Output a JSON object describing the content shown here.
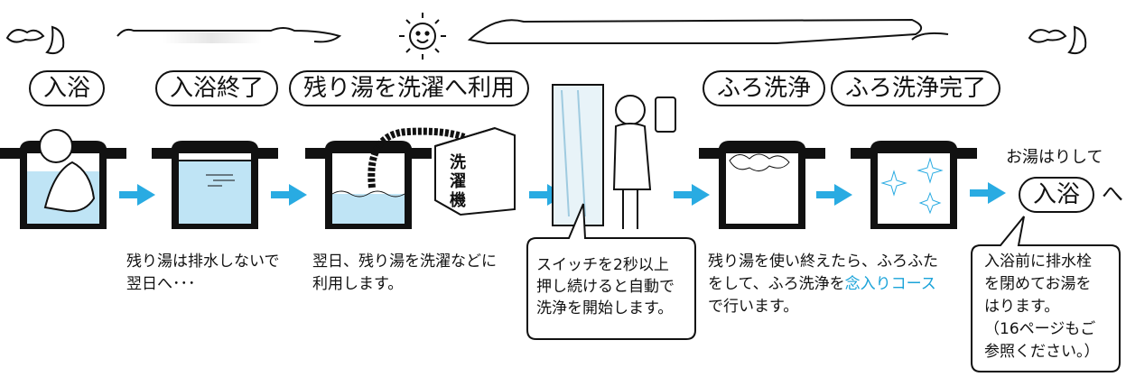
{
  "steps": [
    {
      "id": "bath1",
      "label": "入浴"
    },
    {
      "id": "bath_end",
      "label": "入浴終了"
    },
    {
      "id": "reuse",
      "label": "残り湯を洗濯へ利用"
    },
    {
      "id": "wash",
      "label": "ふろ洗浄"
    },
    {
      "id": "wash_done",
      "label": "ふろ洗浄完了"
    },
    {
      "id": "bath2",
      "label": "入浴"
    }
  ],
  "washing_machine_label": [
    "洗",
    "濯",
    "機"
  ],
  "captions": {
    "no_drain": [
      "残り湯は排水しないで",
      "翌日へ･･･"
    ],
    "next_day": [
      "翌日、残り湯を洗濯などに",
      "利用します。"
    ],
    "after_use": {
      "line1": "残り湯を使い終えたら、ふろふた",
      "line2_pre": "をして、ふろ洗浄を",
      "line2_link": "念入りコース",
      "line3": "で行います。"
    },
    "fill_bath": "お湯はりして",
    "fill_bath_suffix": "へ"
  },
  "bubbles": {
    "switch": [
      "スイッチを2秒以上",
      "押し続けると自動で",
      "洗浄を開始します。"
    ],
    "drain_plug": [
      "入浴前に排水栓",
      "を閉めてお湯を",
      "はります。",
      "（16ページもご",
      "参照ください。）"
    ]
  },
  "colors": {
    "water": "#bfe4f5",
    "arrow": "#29abe2",
    "link": "#1aa3d9",
    "line": "#111111"
  }
}
